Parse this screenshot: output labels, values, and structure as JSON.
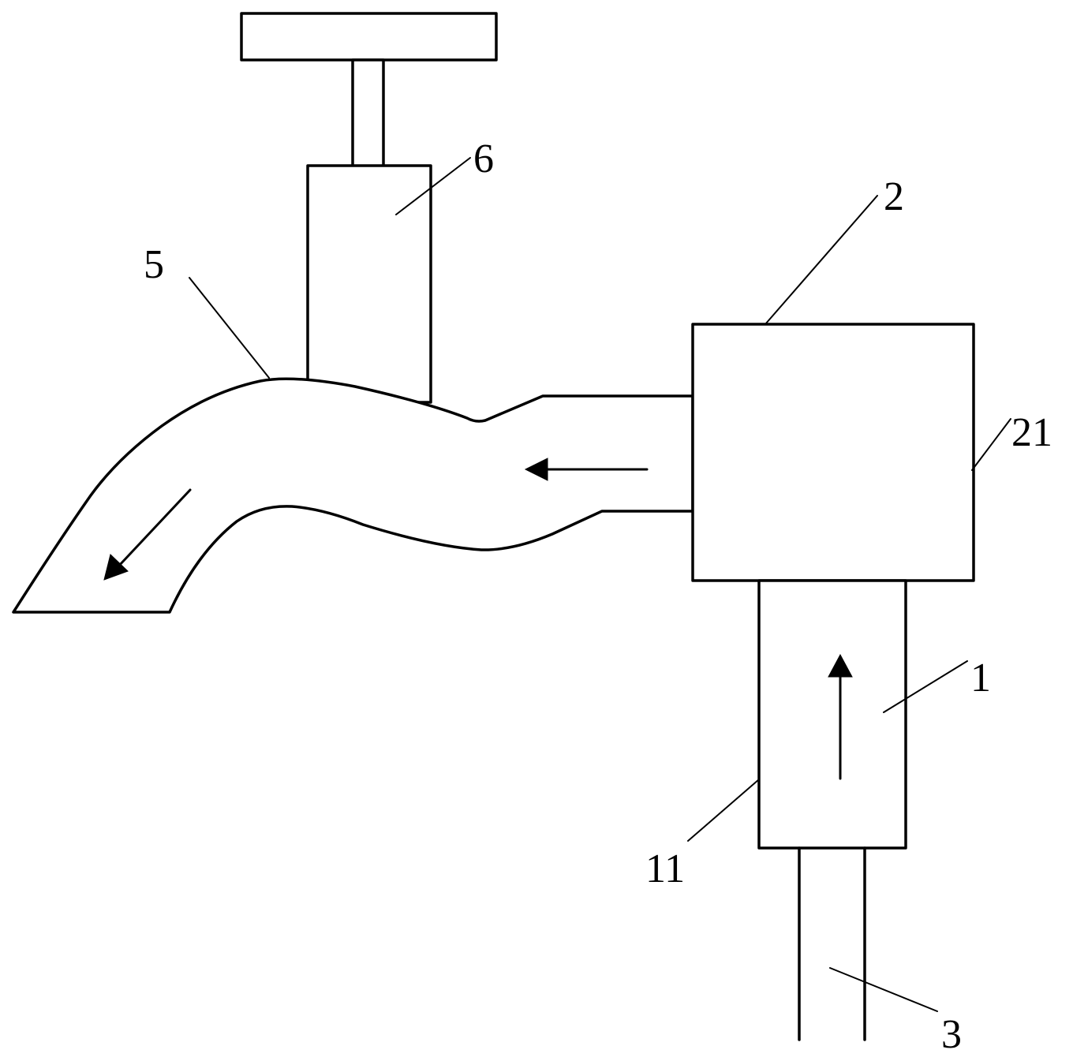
{
  "diagram": {
    "labels": {
      "part_1": "1",
      "part_2": "2",
      "part_3": "3",
      "part_5": "5",
      "part_6": "6",
      "part_11": "11",
      "part_21": "21"
    },
    "line_color": "#000000",
    "background": "#ffffff"
  }
}
